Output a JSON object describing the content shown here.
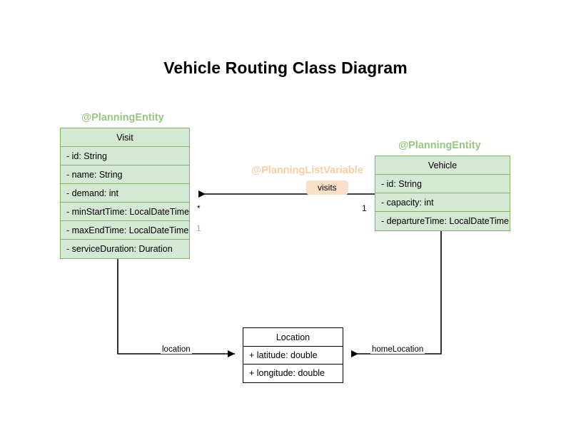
{
  "title": "Vehicle Routing Class Diagram",
  "colors": {
    "entity_fill": "#d5e8d4",
    "entity_border": "#82b366",
    "stereotype_green": "#97c680",
    "stereotype_orange": "#f8cfa3",
    "badge_fill": "#fae0c8",
    "plain_border": "#000000",
    "multiplicity_lilac": "#b9a3d4"
  },
  "classes": {
    "visit": {
      "stereotype": "@PlanningEntity",
      "name": "Visit",
      "attributes": [
        "- id: String",
        "- name: String",
        "- demand: int",
        "- minStartTime: LocalDateTime",
        "- maxEndTime: LocalDateTime",
        "- serviceDuration: Duration"
      ]
    },
    "vehicle": {
      "stereotype": "@PlanningEntity",
      "name": "Vehicle",
      "attributes": [
        "- id: String",
        "- capacity: int",
        "- departureTime: LocalDateTime"
      ]
    },
    "location": {
      "name": "Location",
      "attributes": [
        "+ latitude: double",
        "+ longitude: double"
      ]
    }
  },
  "relations": {
    "visits": {
      "stereotype": "@PlanningListVariable",
      "label": "visits",
      "source_multiplicity": "1",
      "target_multiplicity": "*",
      "target_extra_multiplicity": "1"
    },
    "location": {
      "label": "location"
    },
    "home_location": {
      "label": "homeLocation"
    }
  }
}
